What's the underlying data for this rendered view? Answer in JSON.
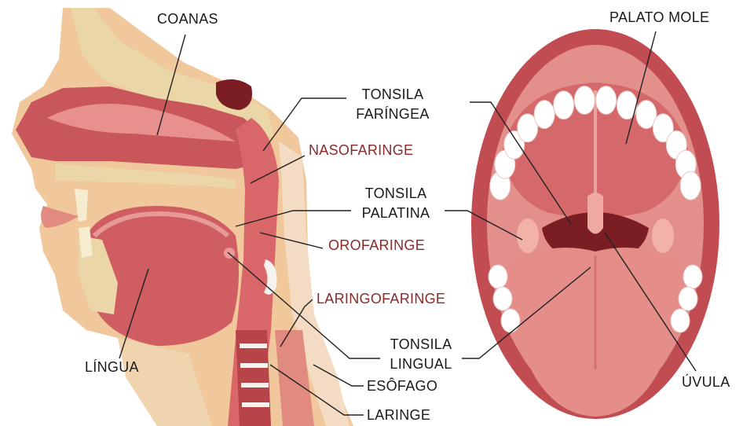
{
  "colors": {
    "tissue": "#d9676a",
    "tissue_light": "#e79a96",
    "tissue_dark": "#a8383c",
    "bone": "#ead6a6",
    "skin": "#f1c89c",
    "cavity": "#7a1e24",
    "teeth": "#ffffff",
    "label": "#1a1a1a",
    "label_red": "#8b2a2a"
  },
  "labels": {
    "coanas": "COANAS",
    "palato_mole": "PALATO MOLE",
    "tonsila_faringea": [
      "TONSILA",
      "FARÍNGEA"
    ],
    "nasofaringe": "NASOFARINGE",
    "tonsila_palatina": [
      "TONSILA",
      "PALATINA"
    ],
    "orofaringe": "OROFARINGE",
    "laringofaringe": "LARINGOFARINGE",
    "tonsila_lingual": [
      "TONSILA",
      "LINGUAL"
    ],
    "esofago": "ESÔFAGO",
    "laringe": "LARINGE",
    "lingua": "LÍNGUA",
    "uvula": "ÚVULA"
  }
}
